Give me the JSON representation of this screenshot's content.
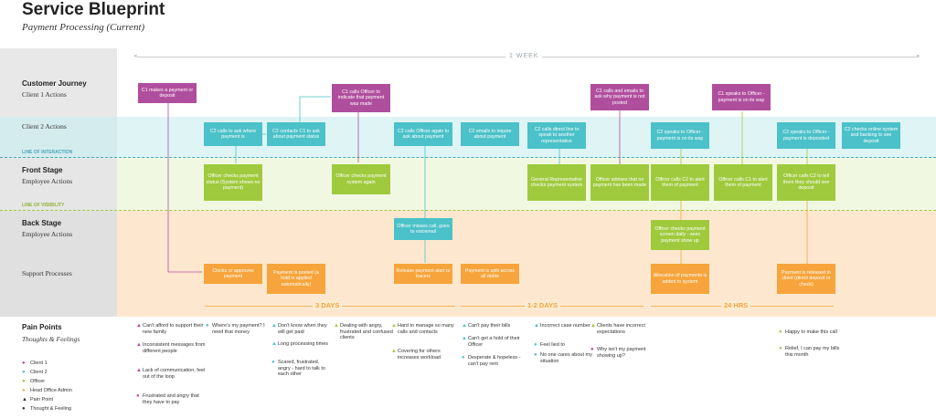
{
  "header": {
    "title": "Service Blueprint",
    "subtitle": "Payment Processing (Current)"
  },
  "timeline": {
    "label": "1 WEEK"
  },
  "lanes": {
    "customer_journey": "Customer Journey",
    "client1_actions": "Client 1 Actions",
    "client2_actions": "Client 2 Actions",
    "line_of_interaction": "LINE OF INTERACTION",
    "front_stage": "Front Stage",
    "front_stage_sub": "Employee Actions",
    "line_of_visibility": "LINE OF VISIBILITY",
    "back_stage": "Back Stage",
    "back_stage_sub": "Employee Actions",
    "support_processes": "Support Processes",
    "pain_points": "Pain Points",
    "pain_points_sub": "Thoughts & Feelings"
  },
  "boxes": {
    "c1_1": "C1 makes a payment or deposit",
    "c1_2": "C1 calls Officer to indicate that payment was made",
    "c1_3": "C1 calls and emails to ask why payment is not posted",
    "c1_4": "C1 speaks to Officer - payment is on its way",
    "c2_1": "C2 calls to ask where payment is",
    "c2_2": "C2 contacts C1 to ask about payment status",
    "c2_3": "C2 calls Officer again to ask about payment",
    "c2_4": "C2 emails to inquire about payment",
    "c2_5": "C2 calls direct line to speak to another representative",
    "c2_6": "C2 speaks to Officer - payment is on its way",
    "c2_7": "C2 speaks to Officer - payment is deposited",
    "c2_8": "C2 checks online system and banking to see deposit",
    "fs_1": "Officer checks payment status (System shows no payment)",
    "fs_2": "Officer checks payment system again",
    "fs_3": "General Representative checks payment system",
    "fs_4": "Officer advises that no payment has been made",
    "fs_5": "Officer calls C2 to alert them of payment",
    "fs_6": "Officer calls C1 to alert them of payment",
    "fs_7": "Officer calls C2 to tell them they should see deposit",
    "bs_1": "Officer misses call, goes to voicemail",
    "bs_2": "Officer checks payment screen daily - sees payment show up",
    "sp_1": "Clocks or approves payment",
    "sp_2": "Payment is posted (a hold is applied automatically)",
    "sp_3": "Release payment alert to tracers",
    "sp_4": "Payment is split across all debts",
    "sp_5": "Allocation of payments is added to system",
    "sp_6": "Payment is released to client (direct deposit or check)"
  },
  "durations": {
    "d1": "3 DAYS",
    "d2": "1-2 DAYS",
    "d3": "24 HRS"
  },
  "pain_points": {
    "col1": [
      "Can't afford to support their new family",
      "Inconsistent messages from different people",
      "Lack of communication, feel out of the loop",
      "Frustrated and angry that they have to pay"
    ],
    "col2": [
      "Where's my payment? I need that money"
    ],
    "col3": [
      "Don't know when they will get paid",
      "Long processing times",
      "Scared, frustrated, angry - hard to talk to each other"
    ],
    "col4": [
      "Dealing with angry, frustrated and confused clients"
    ],
    "col5": [
      "Hard to manage so many calls and contacts",
      "Covering for others increases workload"
    ],
    "col6": [
      "Can't pay their bills",
      "Can't get a hold of their Officer",
      "Desperate & hopeless - can't pay rent"
    ],
    "col7": [
      "Incorrect case number",
      "Feel lied to",
      "No one cares about my situation"
    ],
    "col8": [
      "Clients have incorrect expectations",
      "Why isn't my payment showing up?"
    ],
    "col9": [
      "Happy to make this call",
      "Relief, I can pay my bills this month"
    ]
  },
  "legend": {
    "client1": "Client 1",
    "client2": "Client 2",
    "officer": "Officer",
    "head_office": "Head Office Admin",
    "pain_point": "Pain Point",
    "thought": "Thought & Feeling"
  },
  "colors": {
    "client1": "#b04e9e",
    "client2": "#4bc1c9",
    "officer": "#9fca3d",
    "head_office": "#f6a43b",
    "pain_point": "#333333"
  }
}
